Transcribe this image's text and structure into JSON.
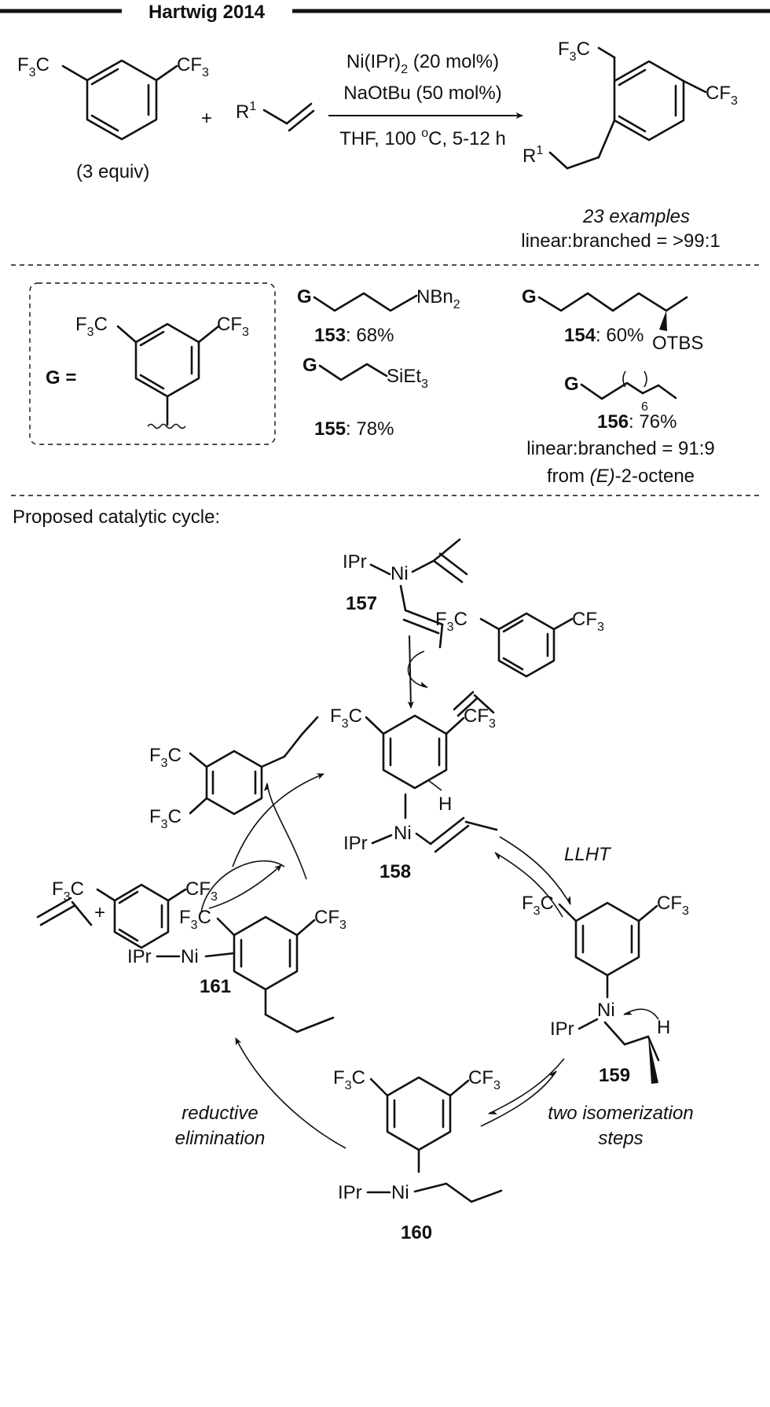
{
  "header": {
    "title": "Hartwig 2014"
  },
  "reaction": {
    "reagent1": "Ni(IPr)",
    "reagent1_sub": "2",
    "reagent1_tail": " (20 mol%)",
    "reagent2": "NaOtBu (50 mol%)",
    "conditions_a": "THF, 100 ",
    "conditions_sup": "o",
    "conditions_b": "C, 5-12 h",
    "substrate_equiv": "(3 equiv)",
    "plus": "+",
    "r_group": "R",
    "r_sup": "1",
    "examples": "23 examples",
    "selectivity": "linear:branched = >99:1"
  },
  "groups": {
    "g_label": "G =",
    "g": "G",
    "cf3_a": "F",
    "cf3_sub": "3",
    "cf3_c": "C",
    "cf3_r_a": "CF",
    "cf3_r_sub": "3",
    "nbn": "NBn",
    "nbn_sub": "2",
    "otbs": "OTBS",
    "siet": "SiEt",
    "siet_sub": "3",
    "chain6": "6"
  },
  "products": [
    {
      "id": "153",
      "yield": ": 68%"
    },
    {
      "id": "154",
      "yield": ": 60%"
    },
    {
      "id": "155",
      "yield": ": 78%"
    },
    {
      "id": "156",
      "yield": ": 76%"
    }
  ],
  "product_156_note": "linear:branched = 91:9",
  "product_156_source_a": "from ",
  "product_156_source_b": "(E)",
  "product_156_source_c": "-2-octene",
  "cycle": {
    "title": "Proposed catalytic cycle:",
    "ipr": "IPr",
    "ni": "Ni",
    "h": "H",
    "plus": "+",
    "llht": "LLHT",
    "iso_1": "two isomerization",
    "iso_2": "steps",
    "re_1": "reductive",
    "re_2": "elimination",
    "c157": "157",
    "c158": "158",
    "c159": "159",
    "c160": "160",
    "c161": "161"
  }
}
